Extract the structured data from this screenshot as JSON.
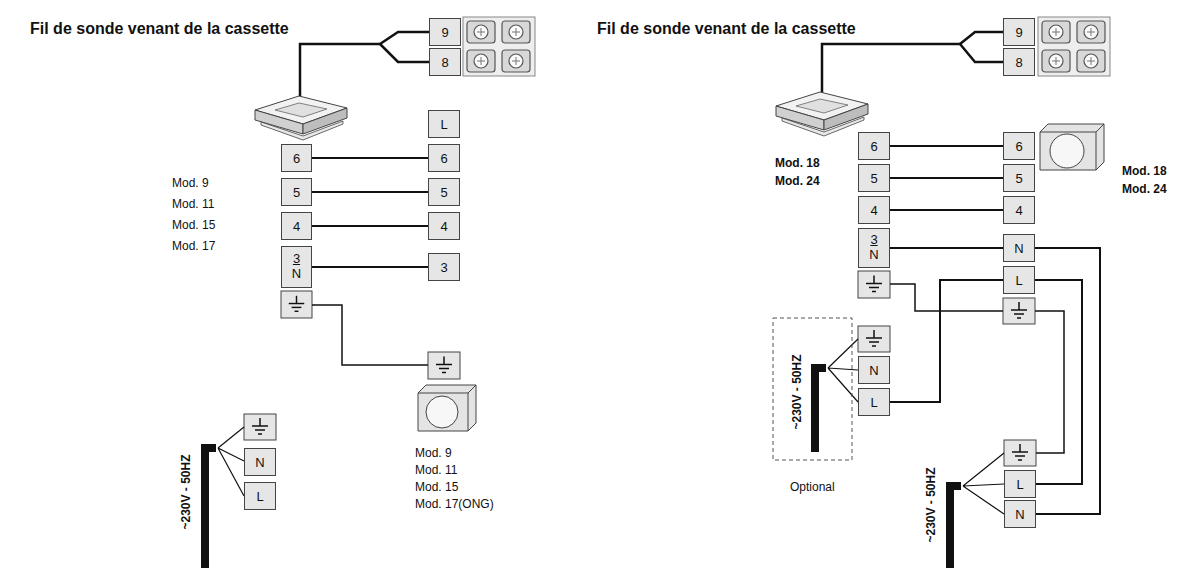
{
  "diagram": {
    "nodes": [
      {
        "text": [
          "9"
        ]
      },
      {
        "text": [
          "8"
        ]
      },
      {
        "text": [
          "6"
        ]
      },
      {
        "text": [
          "5"
        ]
      },
      {
        "text": [
          "4"
        ]
      },
      {
        "text": [
          "3 N"
        ]
      },
      {
        "text": [
          "L"
        ]
      },
      {
        "text": [
          "6"
        ]
      },
      {
        "text": [
          "5"
        ]
      },
      {
        "text": [
          "4"
        ]
      },
      {
        "text": [
          "3"
        ]
      },
      {
        "text": [
          "N"
        ]
      },
      {
        "text": [
          "L"
        ]
      },
      {
        "text": [
          "9"
        ]
      },
      {
        "text": [
          "8"
        ]
      },
      {
        "text": [
          "6"
        ]
      },
      {
        "text": [
          "5"
        ]
      },
      {
        "text": [
          "4"
        ]
      },
      {
        "text": [
          "3 N"
        ]
      },
      {
        "text": [
          "N"
        ]
      },
      {
        "text": [
          "L"
        ]
      },
      {
        "text": [
          "6"
        ]
      },
      {
        "text": [
          "5"
        ]
      },
      {
        "text": [
          "4"
        ]
      },
      {
        "text": [
          "N"
        ]
      },
      {
        "text": [
          "L"
        ]
      },
      {
        "text": [
          "L"
        ]
      },
      {
        "text": [
          "N"
        ]
      }
    ],
    "edges": [
      {
        "from": 2,
        "to": 7,
        "arrow": "none"
      },
      {
        "from": 3,
        "to": 8,
        "arrow": "none"
      },
      {
        "from": 4,
        "to": 9,
        "arrow": "none"
      },
      {
        "from": 5,
        "to": 10,
        "arrow": "none"
      },
      {
        "from": 15,
        "to": 21,
        "arrow": "none"
      },
      {
        "from": 16,
        "to": 22,
        "arrow": "none"
      },
      {
        "from": 17,
        "to": 23,
        "arrow": "none"
      },
      {
        "from": 18,
        "to": 24,
        "arrow": "none"
      },
      {
        "from": 20,
        "to": 25,
        "arrow": "none"
      },
      {
        "from": 25,
        "to": 26,
        "arrow": "none"
      },
      {
        "from": 24,
        "to": 27,
        "arrow": "none"
      }
    ],
    "labels": [
      "Fil de sonde venant de la cassette",
      "Fil de sonde venant de la cassette",
      "Mod. 9",
      "Mod. 11",
      "Mod. 15",
      "Mod. 17",
      "~230V - 50HZ",
      "Mod. 9",
      "Mod. 11",
      "Mod. 15",
      "Mod. 17(ONG)",
      "Mod. 18",
      "Mod. 24",
      "Mod. 18",
      "Mod. 24",
      "~230V - 50HZ",
      "Optional",
      "~230V - 50HZ"
    ]
  }
}
